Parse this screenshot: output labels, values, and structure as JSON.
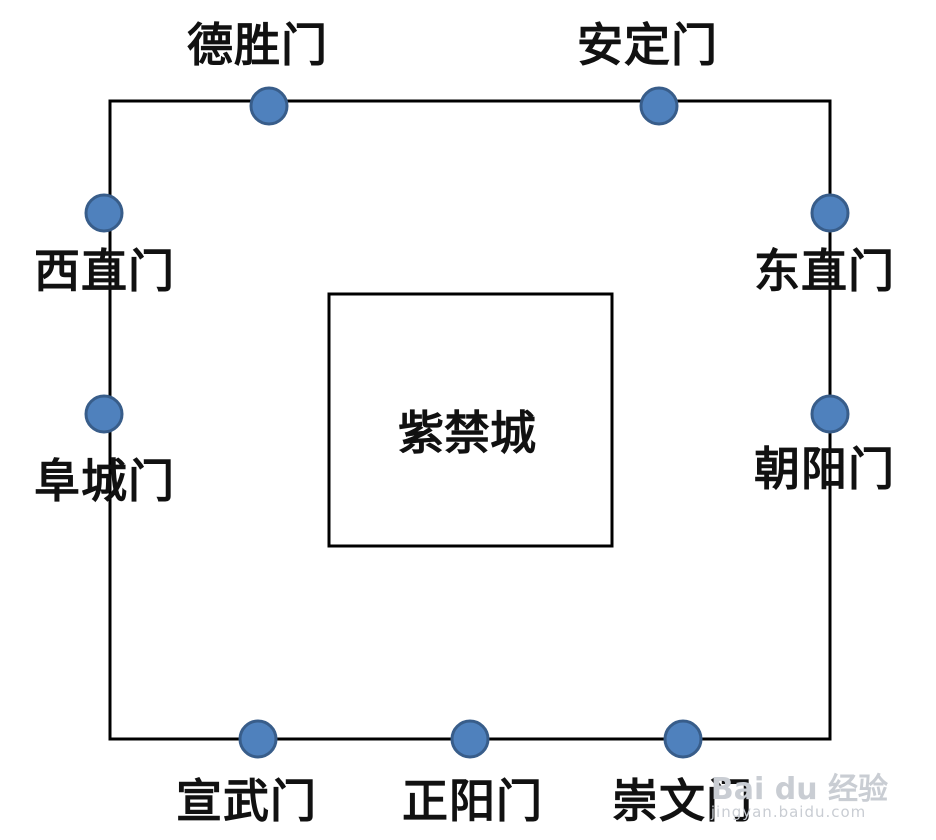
{
  "diagram": {
    "inner_label": "紫禁城",
    "gates": {
      "deshengmen": "德胜门",
      "andingmen": "安定门",
      "xizhimen": "西直门",
      "dongzhimen": "东直门",
      "fuchengmen": "阜城门",
      "chaoyangmen": "朝阳门",
      "xuanwumen": "宣武门",
      "zhengyangmen": "正阳门",
      "chongwenmen": "崇文门"
    },
    "colors": {
      "marker_fill": "#4F81BD",
      "marker_stroke": "#385D8A",
      "line": "#000000"
    }
  },
  "watermark": {
    "line1": "Bai du 经验",
    "line2": "jingyan.baidu.com"
  }
}
